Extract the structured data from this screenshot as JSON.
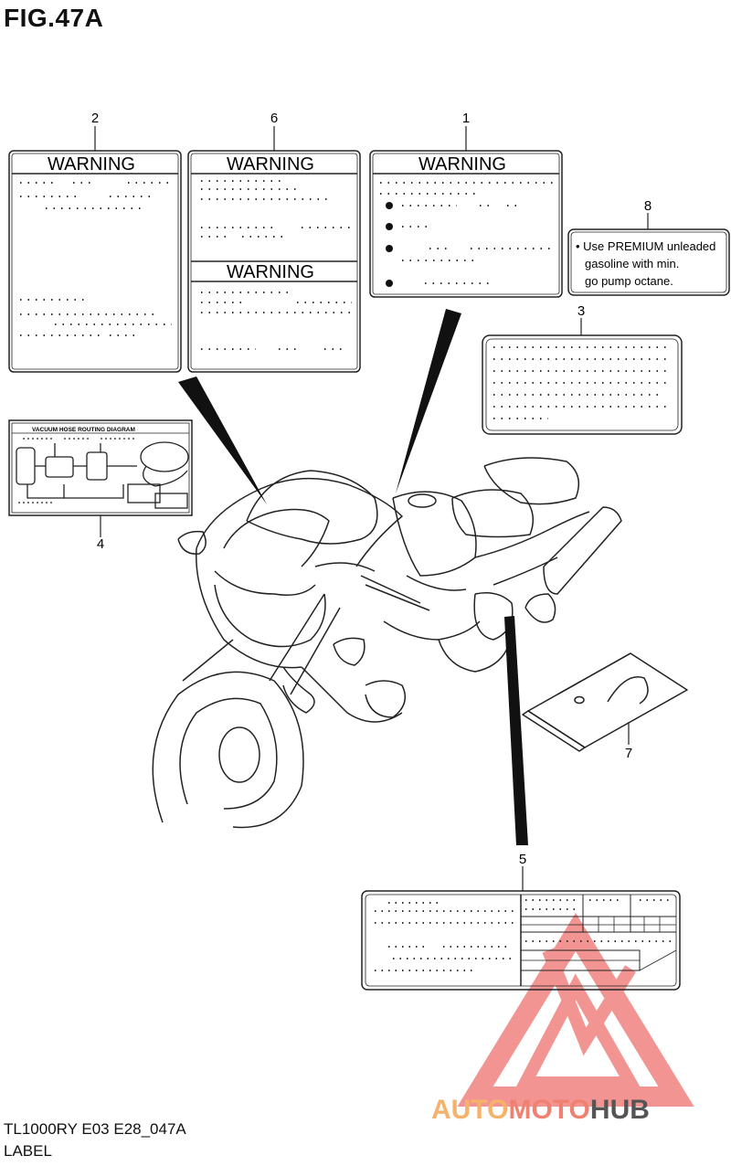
{
  "figure": {
    "title": "FIG.47A",
    "model_code": "TL1000RY E03 E28_047A",
    "section": "LABEL"
  },
  "callouts": [
    "1",
    "2",
    "3",
    "4",
    "5",
    "6",
    "7",
    "8"
  ],
  "labels": {
    "warning": "WARNING",
    "vacuum_title": "VACUUM HOSE ROUTING DIAGRAM",
    "fuel_lines": [
      "• Use PREMIUM unleaded",
      "gasoline with min.",
      "go pump octane."
    ]
  },
  "watermark": {
    "part1": "AUTO",
    "part2": "MOTO",
    "part3": "HUB",
    "colors": {
      "auto": "#f6b26b",
      "moto": "#f08070",
      "hub": "#555555",
      "logo": "#e8403a"
    }
  },
  "colors": {
    "line": "#222222",
    "pointer": "#111111"
  }
}
